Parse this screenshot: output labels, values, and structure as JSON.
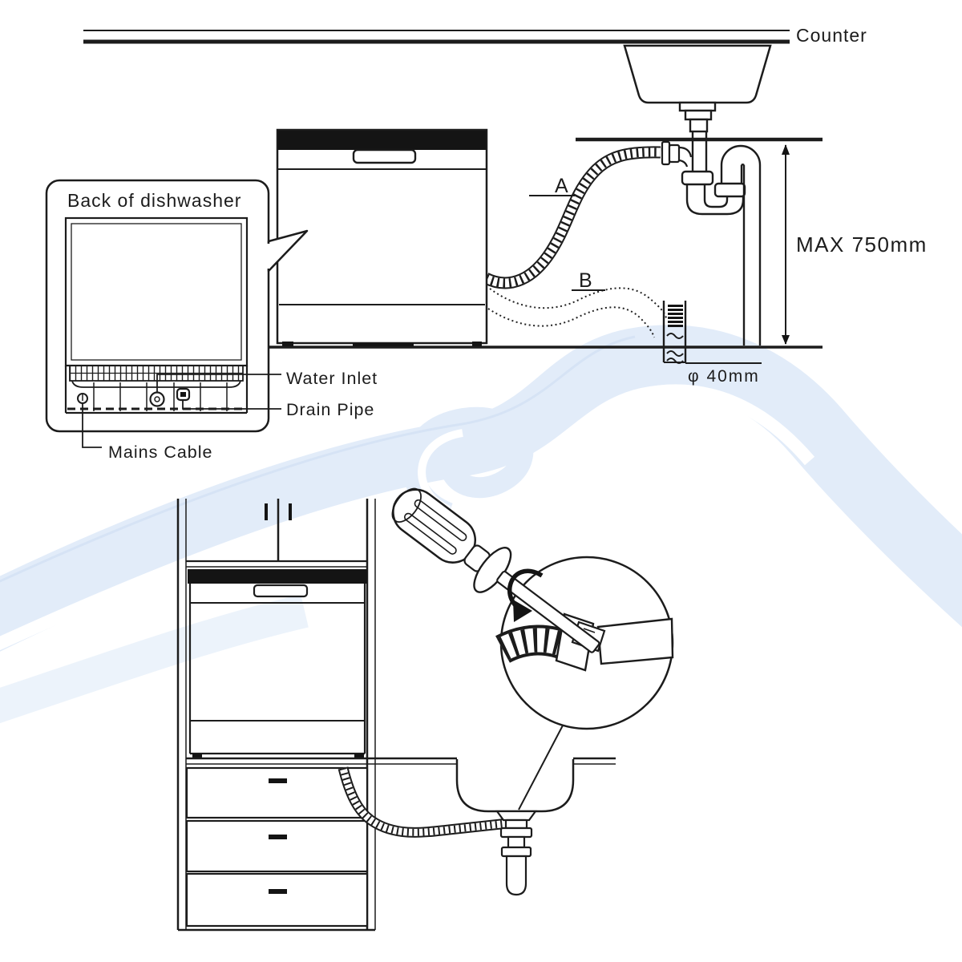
{
  "colors": {
    "line": "#1c1c1c",
    "swoosh": "#e2ecf9",
    "swoosh_light": "#ecf3fb",
    "swoosh_edge": "#d3e2f4"
  },
  "top_diagram": {
    "counter_label": "Counter",
    "hose_a_label": "A",
    "hose_b_label": "B",
    "max_height_label": "MAX 750mm",
    "standpipe_diameter_label": "φ 40mm",
    "back_panel": {
      "title": "Back of dishwasher",
      "water_inlet_label": "Water Inlet",
      "drain_pipe_label": "Drain Pipe",
      "mains_cable_label": "Mains Cable"
    }
  }
}
